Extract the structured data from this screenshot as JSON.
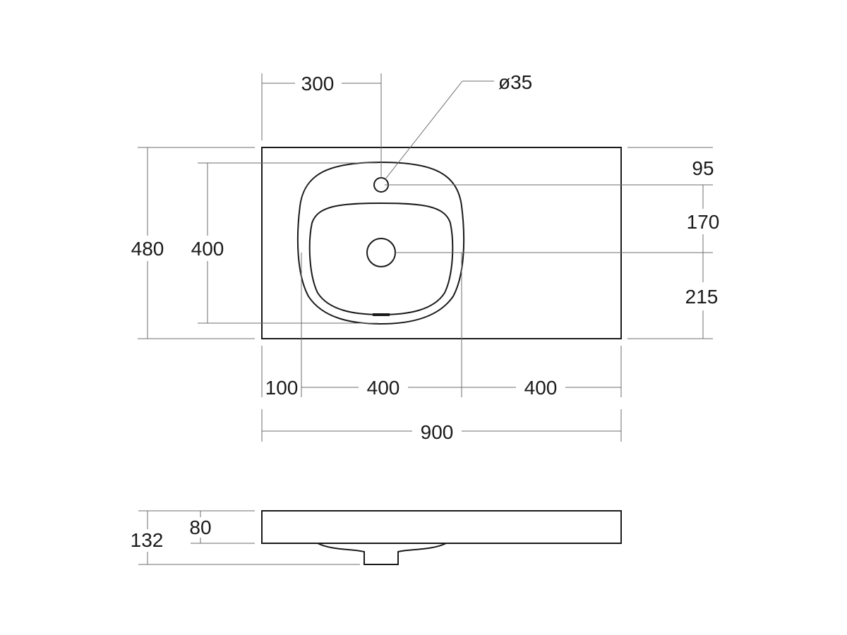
{
  "dimensions": {
    "overall_width": "900",
    "overall_depth": "480",
    "bowl_depth": "400",
    "tap_hole_from_left": "300",
    "tap_hole_diameter": "ø35",
    "tap_hole_from_back": "95",
    "tap_to_waste": "170",
    "waste_to_front": "215",
    "left_margin": "100",
    "bowl_width": "400",
    "right_deck": "400",
    "total_height": "132",
    "top_thickness": "80"
  }
}
